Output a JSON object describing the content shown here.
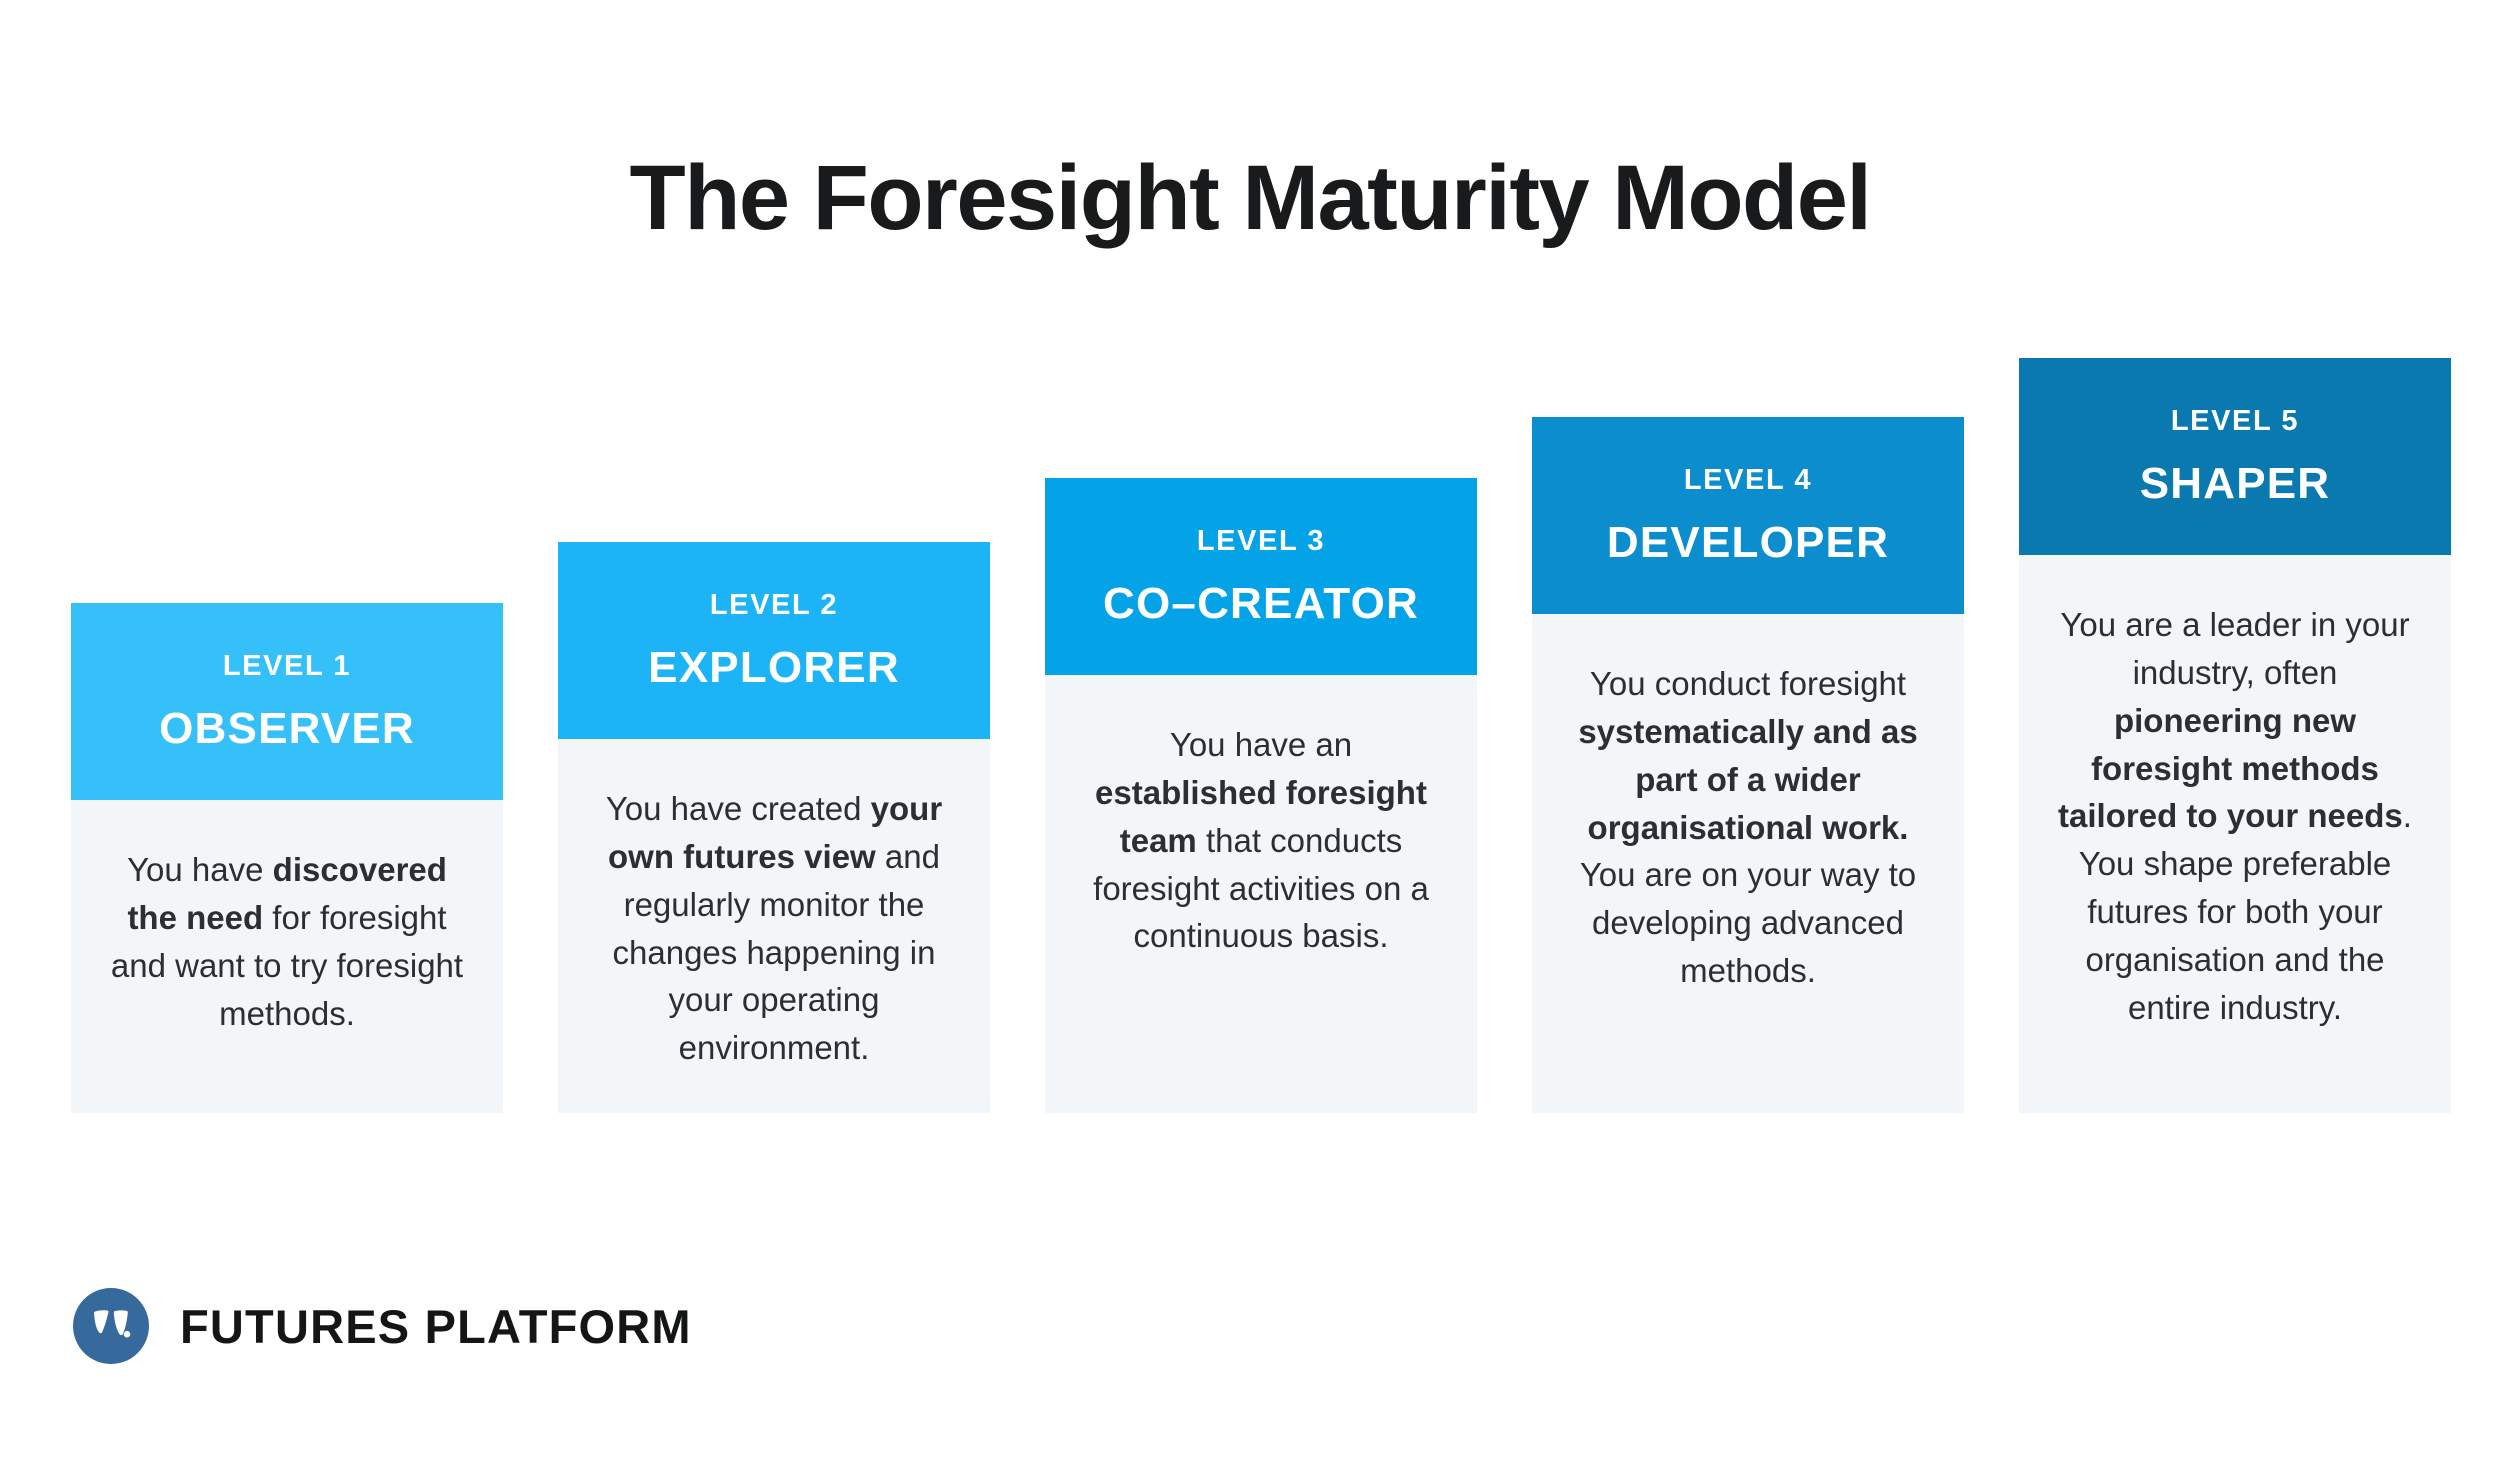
{
  "title": "The Foresight Maturity Model",
  "theme": {
    "background": "#FFFFFF",
    "title_color": "#181A1B",
    "panel_background": "#F2F6F9",
    "body_text_color": "#2B2F33",
    "header_text_color": "#FFFFFF",
    "logo_circle_color": "#36699C",
    "logo_text_color": "#131516"
  },
  "levels": [
    {
      "id": "observer",
      "level_label": "LEVEL 1",
      "name": "OBSERVER",
      "header_color": "#35C0F9",
      "description_html": "You have <b>discovered the need</b> for foresight and want to try foresight methods.",
      "description_text": "You have discovered the need for foresight and want to try foresight methods."
    },
    {
      "id": "explorer",
      "level_label": "LEVEL 2",
      "name": "EXPLORER",
      "header_color": "#1CB3F7",
      "description_html": "You have created <b>your own futures view</b> and regularly monitor the changes happening in your operating environment.",
      "description_text": "You have created your own futures view and regularly monitor the changes happening in your operating environment."
    },
    {
      "id": "co-creator",
      "level_label": "LEVEL 3",
      "name": "CO–CREATOR",
      "header_color": "#04A3E8",
      "description_html": "You have an <b>established foresight team</b> that conducts foresight activities on a continuous basis.",
      "description_text": "You have an established foresight team that conducts foresight activities on a continuous basis."
    },
    {
      "id": "developer",
      "level_label": "LEVEL 4",
      "name": "DEVELOPER",
      "header_color": "#0C8DCD",
      "description_html": "You conduct foresight <b>systematically and as part of a wider organisational work.</b> You are on your way to developing advanced methods.",
      "description_text": "You conduct foresight systematically and as part of a wider organisational work. You are on your way to developing advanced methods."
    },
    {
      "id": "shaper",
      "level_label": "LEVEL 5",
      "name": "SHAPER",
      "header_color": "#0979B0",
      "description_html": "You are a leader in your industry, often <b>pioneering new foresight methods tailored to your needs</b>. You shape preferable futures for both your organisation and the entire industry.",
      "description_text": "You are a leader in your industry, often pioneering new foresight methods tailored to your needs. You shape preferable futures for both your organisation and the entire industry."
    }
  ],
  "brand": {
    "name": "FUTURES PLATFORM",
    "mark_icon": "futures-platform-quote-mark-icon"
  }
}
